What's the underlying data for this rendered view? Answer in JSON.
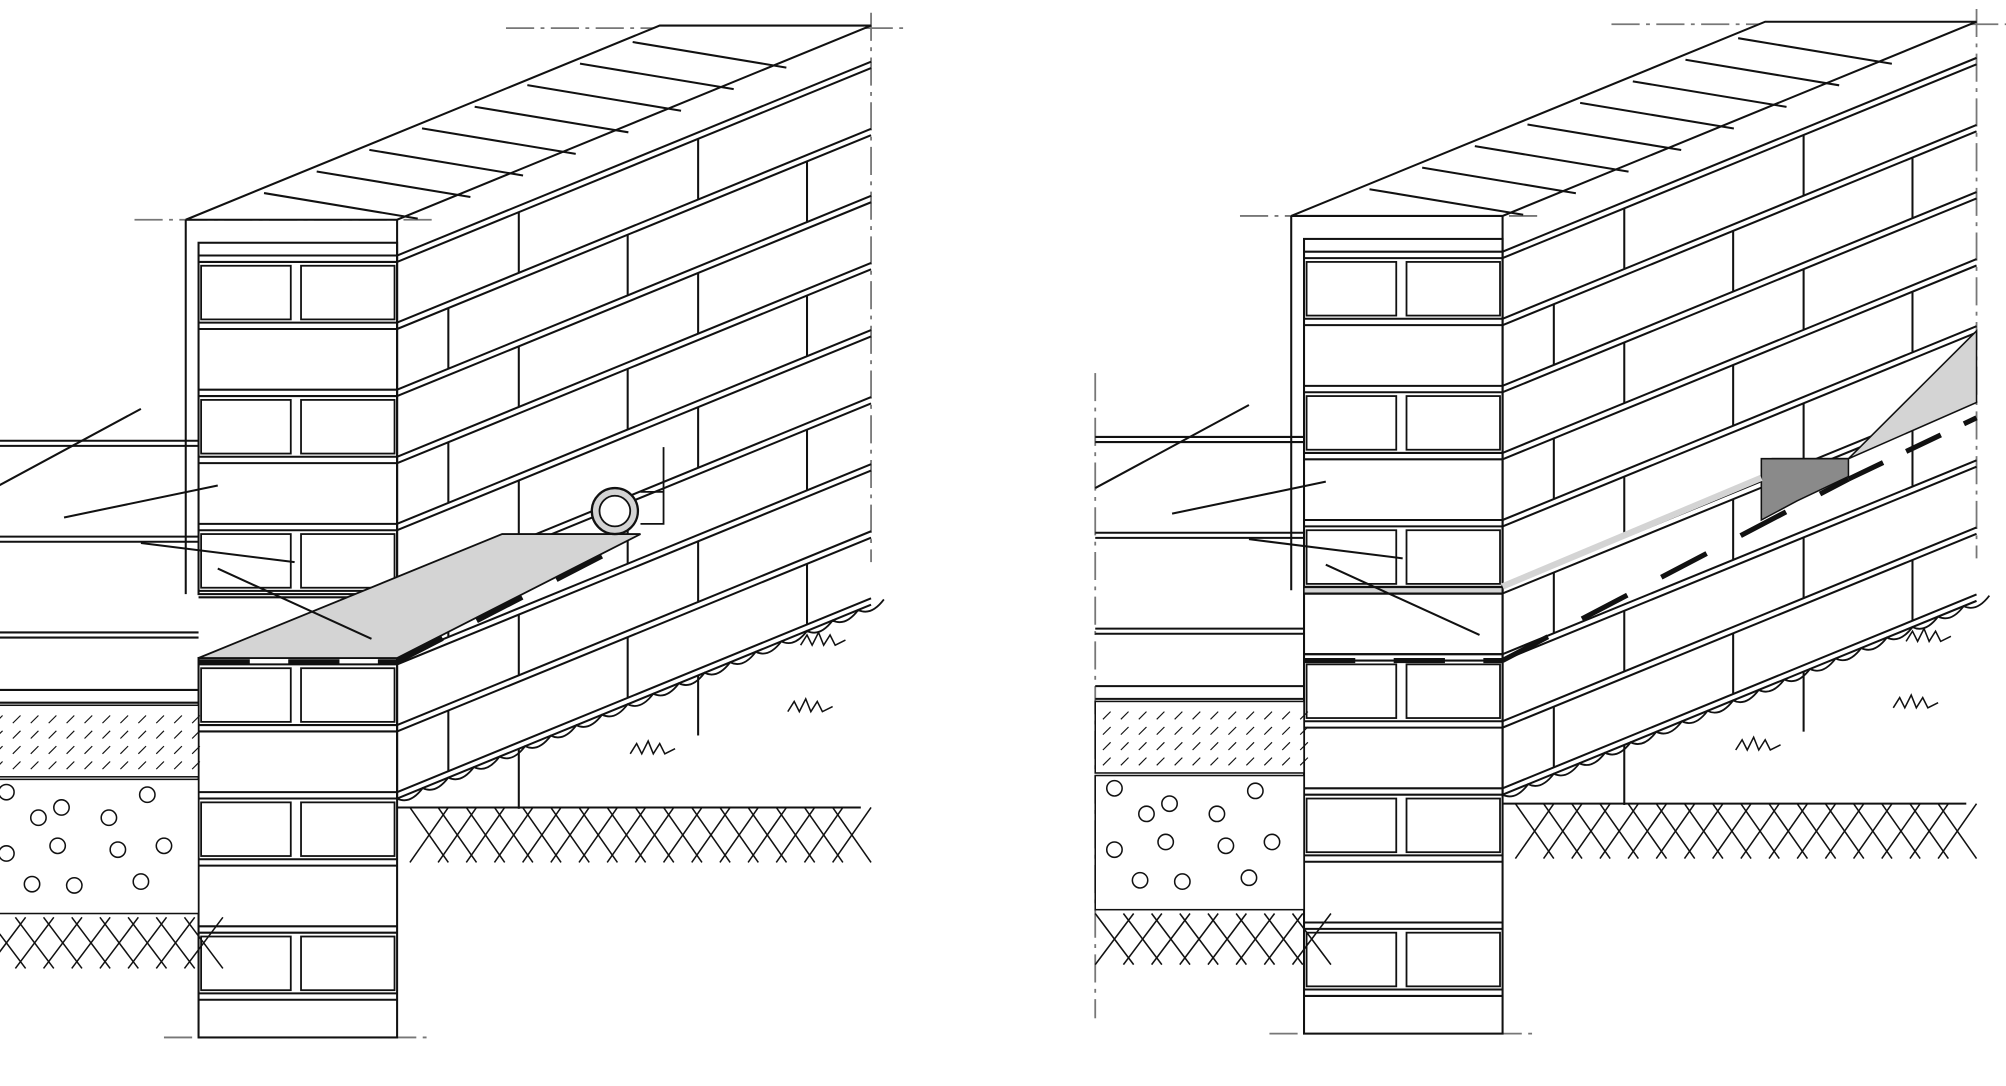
{
  "colors": {
    "line": "#111111",
    "membrane": "#d4d4d4",
    "membrane_dark": "#8a8a8a",
    "centerline": "#777777",
    "background": "#ffffff"
  },
  "figures": [
    {
      "id": "left",
      "variant": "rolled-membrane"
    },
    {
      "id": "right",
      "variant": "stepped-membrane"
    }
  ]
}
